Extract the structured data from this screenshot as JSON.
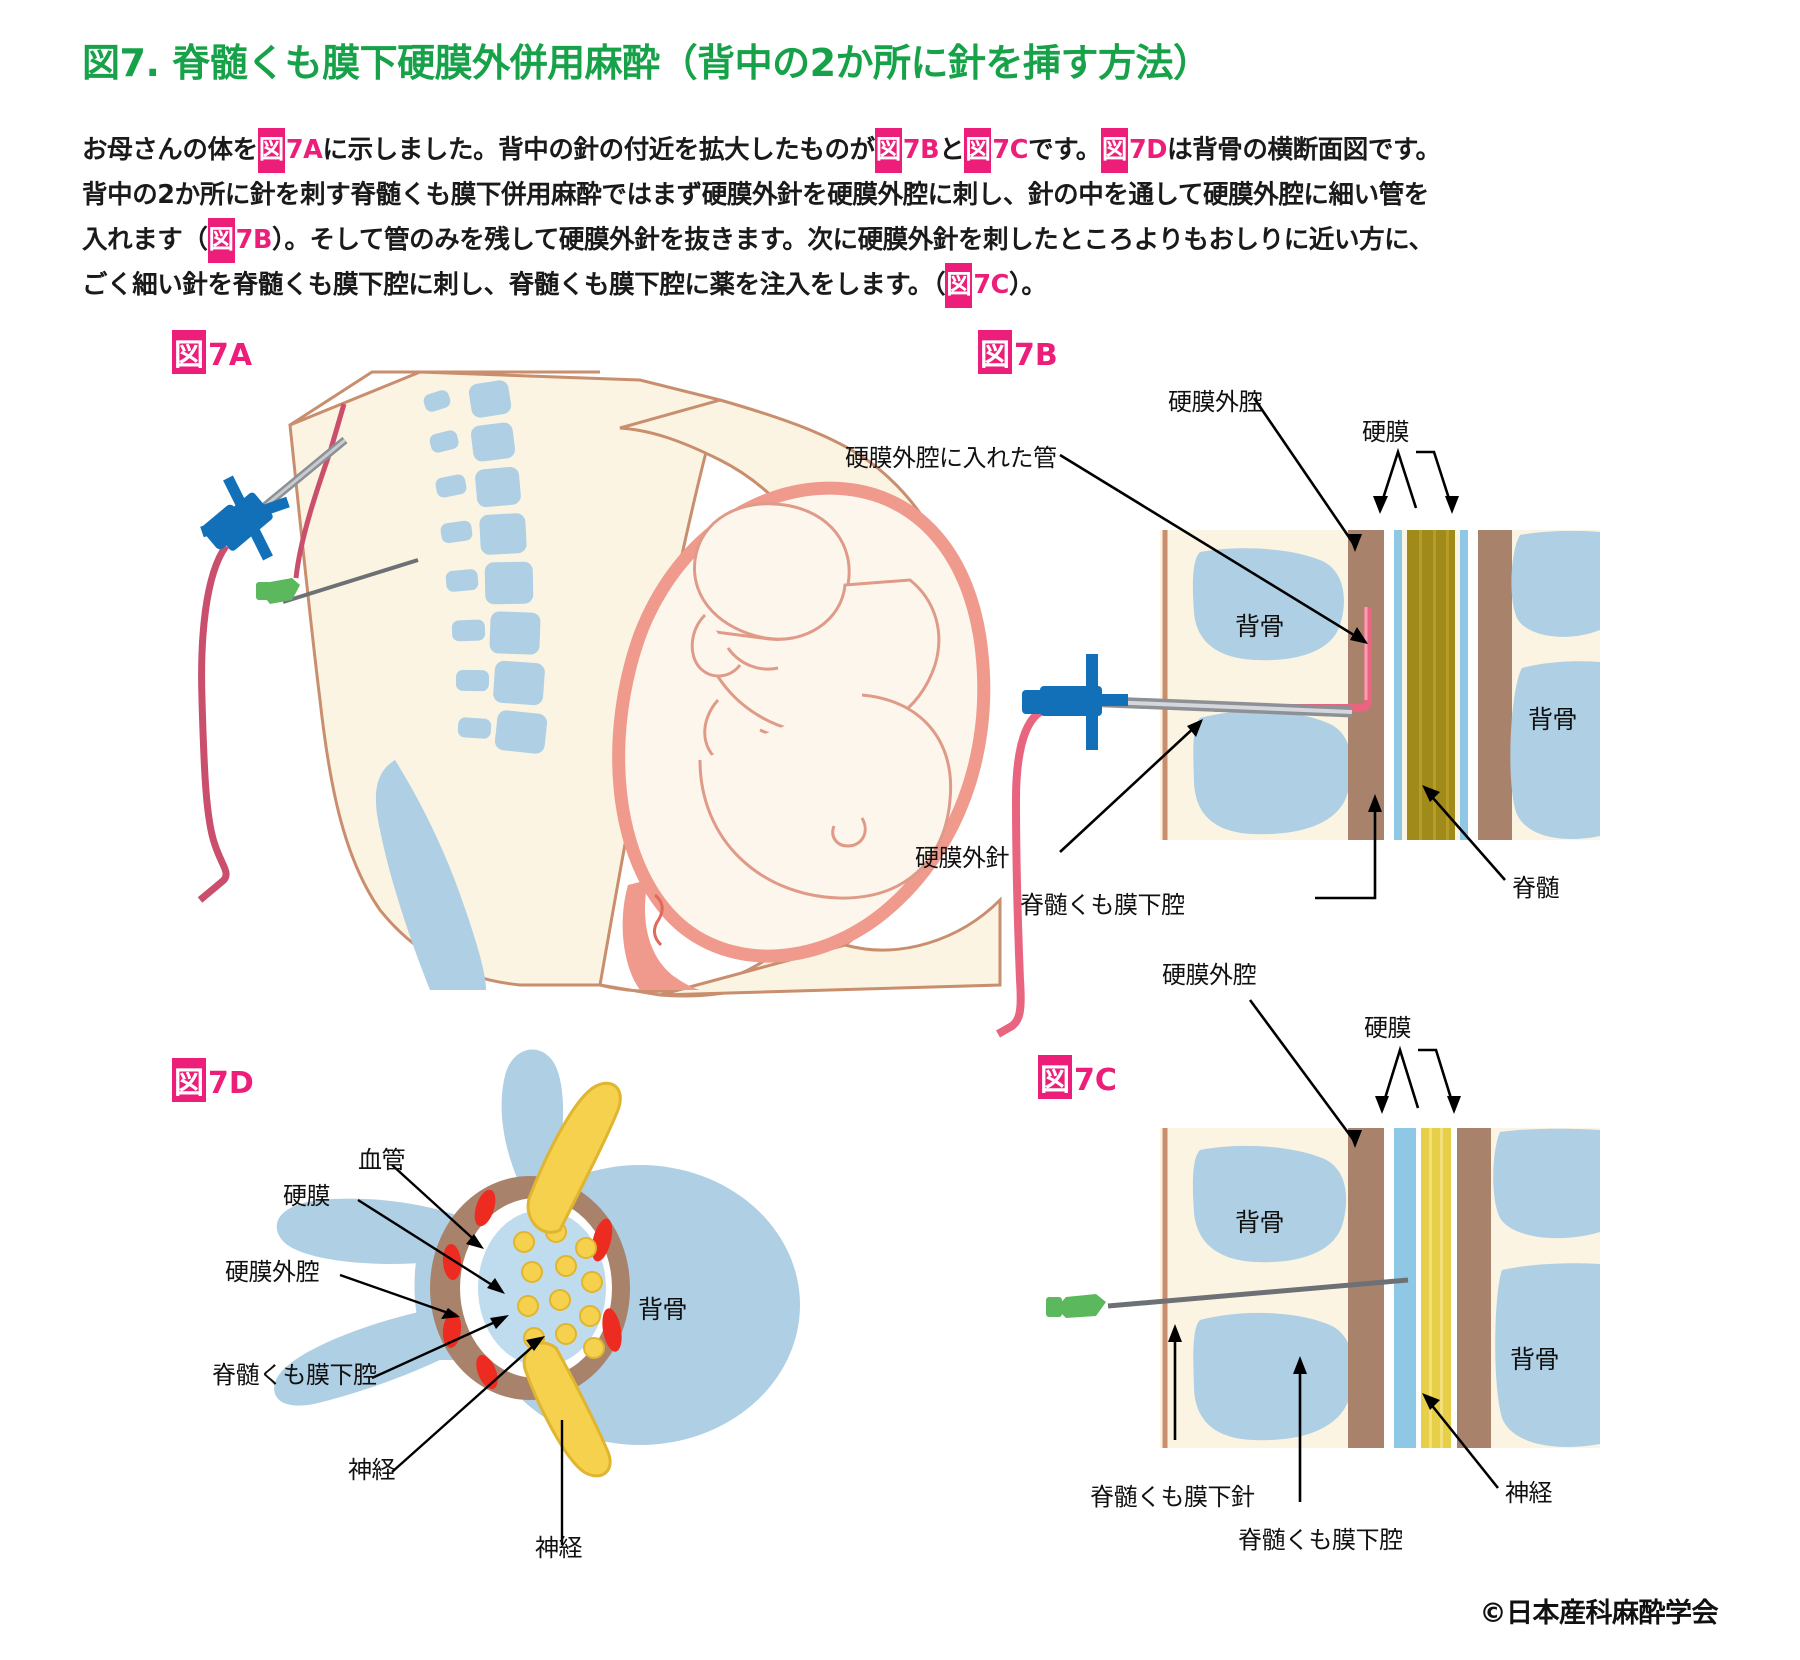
{
  "title": "図7. 脊髄くも膜下硬膜外併用麻酔（背中の2か所に針を挿す方法）",
  "body": {
    "line1_a": "お母さんの体を",
    "ref_7a": "図7A",
    "line1_b": "に示しました。背中の針の付近を拡大したものが",
    "ref_7b_1": "図7B",
    "line1_c": "と",
    "ref_7c_1": "図7C",
    "line1_d": "です。",
    "ref_7d": "図7D",
    "line1_e": "は背骨の横断面図です。",
    "line2": "背中の2か所に針を刺す脊髄くも膜下併用麻酔ではまず硬膜外針を硬膜外腔に刺し、針の中を通して硬膜外腔に細い管を",
    "line3_a": "入れます（",
    "ref_7b_2": "図7B",
    "line3_b": "）。そして管のみを残して硬膜外針を抜きます。次に硬膜外針を刺したところよりもおしりに近い方に、",
    "line4_a": "ごく細い針を脊髄くも膜下腔に刺し、脊髄くも膜下腔に薬を注入をします。（",
    "ref_7c_2": "図7C",
    "line4_b": "）。"
  },
  "panels": {
    "a": {
      "caption_zu": "図",
      "caption_id": "7A"
    },
    "b": {
      "caption_zu": "図",
      "caption_id": "7B",
      "labels": {
        "epidural_space": "硬膜外腔",
        "dura": "硬膜",
        "catheter": "硬膜外腔に入れた管",
        "vertebra_1": "背骨",
        "vertebra_2": "背骨",
        "epidural_needle": "硬膜外針",
        "subarachnoid_space": "脊髄くも膜下腔",
        "spinal_cord": "脊髄"
      }
    },
    "c": {
      "caption_zu": "図",
      "caption_id": "7C",
      "labels": {
        "epidural_space": "硬膜外腔",
        "dura": "硬膜",
        "vertebra_1": "背骨",
        "vertebra_2": "背骨",
        "spinal_needle": "脊髄くも膜下針",
        "subarachnoid_space": "脊髄くも膜下腔",
        "nerve": "神経"
      }
    },
    "d": {
      "caption_zu": "図",
      "caption_id": "7D",
      "labels": {
        "blood_vessel": "血管",
        "dura": "硬膜",
        "epidural_space": "硬膜外腔",
        "subarachnoid_space": "脊髄くも膜下腔",
        "nerve_left": "神経",
        "nerve_bottom": "神経",
        "vertebra": "背骨"
      }
    }
  },
  "credit": "©日本産科麻酔学会",
  "colors": {
    "title_green": "#17a24a",
    "accent_magenta": "#ec1e79",
    "bone_blue": "#aecfe4",
    "tissue_cream": "#fbf4e2",
    "dura_brown": "#a9826b",
    "spinal_cord_olive": "#a08a19",
    "csf_blue": "#8fc8e5",
    "catheter_pink": "#e8647f",
    "needle_blue": "#1170b8",
    "needle_green": "#5cb85c",
    "nerve_yellow": "#f5d14e",
    "vessel_red": "#ee2b20",
    "skin_line": "#c98e6e"
  }
}
